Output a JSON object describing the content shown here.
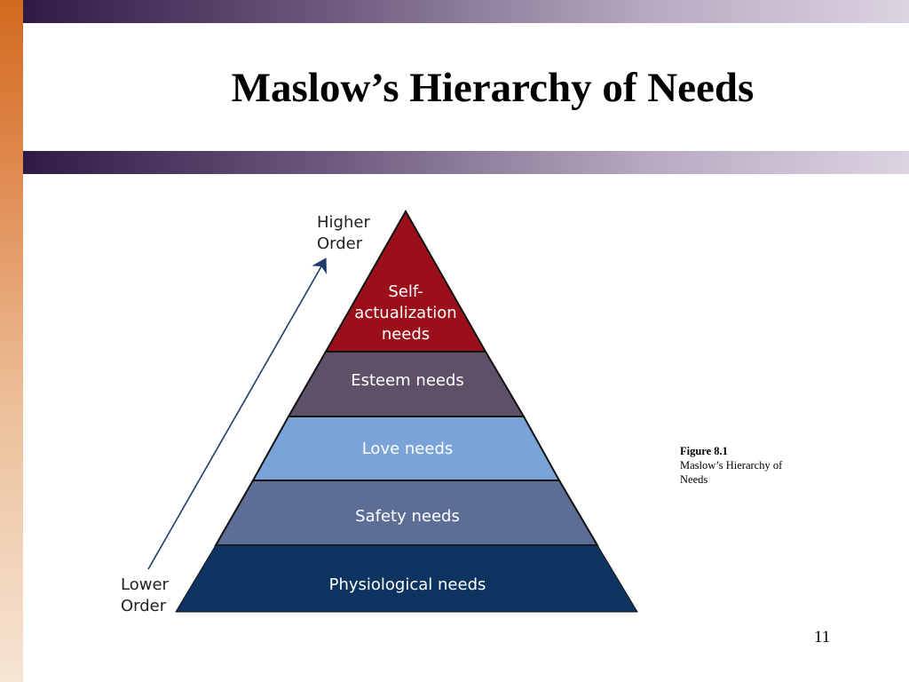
{
  "slide": {
    "title": "Maslow’s Hierarchy of Needs",
    "page_number": "11"
  },
  "figure": {
    "caption_label": "Figure 8.1",
    "caption_text": "Maslow’s Hierarchy of Needs"
  },
  "pyramid": {
    "levels": [
      {
        "lines": [
          "Self-",
          "actualization",
          "needs"
        ],
        "color": "#9b0f1a",
        "text_color": "#f0b8b8"
      },
      {
        "lines": [
          "Esteem needs"
        ],
        "color": "#5e5068"
      },
      {
        "lines": [
          "Love needs"
        ],
        "color": "#7aa3d8"
      },
      {
        "lines": [
          "Safety needs"
        ],
        "color": "#5c6e96"
      },
      {
        "lines": [
          "Physiological needs"
        ],
        "color": "#0d3460"
      }
    ],
    "higher_label": [
      "Higher",
      "Order"
    ],
    "lower_label": [
      "Lower",
      "Order"
    ]
  },
  "colors": {
    "band_dark": "#2e1a45",
    "band_light": "#dcd3e2",
    "strip_top": "#d2691e",
    "strip_bottom": "#f6e4d4"
  }
}
